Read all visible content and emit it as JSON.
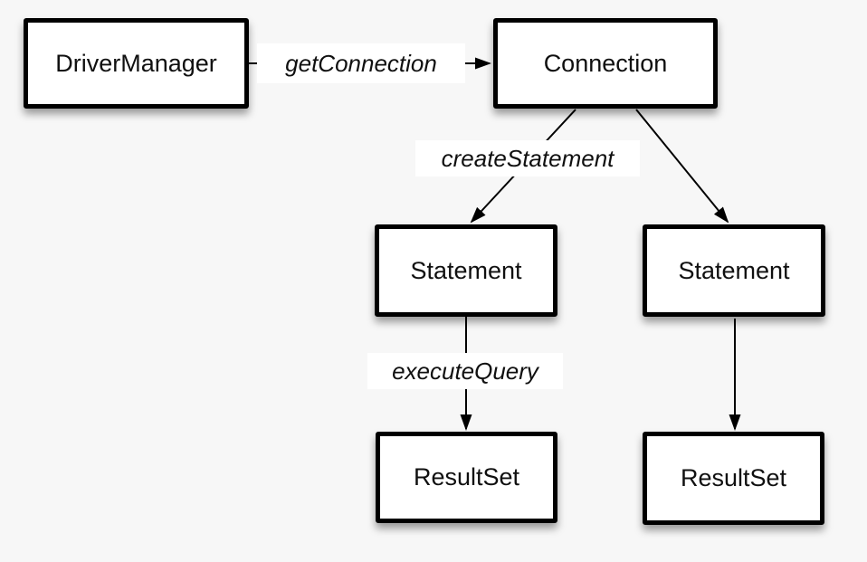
{
  "diagram": {
    "background_color": "#f7f7f7",
    "box_fill": "#ffffff",
    "box_border_color": "#000000",
    "text_color": "#101010",
    "label_background": "#ffffff",
    "nodes": [
      {
        "id": "drivermanager",
        "label": "DriverManager"
      },
      {
        "id": "connection",
        "label": "Connection"
      },
      {
        "id": "statement-left",
        "label": "Statement"
      },
      {
        "id": "statement-right",
        "label": "Statement"
      },
      {
        "id": "resultset-left",
        "label": "ResultSet"
      },
      {
        "id": "resultset-right",
        "label": "ResultSet"
      }
    ],
    "edges": [
      {
        "id": "getconnection",
        "label": "getConnection",
        "from": "DriverManager",
        "to": "Connection"
      },
      {
        "id": "createstatement",
        "label": "createStatement",
        "from": "Connection",
        "to": "Statement (left)"
      },
      {
        "id": "connection-statement-right",
        "label": "",
        "from": "Connection",
        "to": "Statement (right)"
      },
      {
        "id": "executequery",
        "label": "executeQuery",
        "from": "Statement (left)",
        "to": "ResultSet (left)"
      },
      {
        "id": "statement-resultset-right",
        "label": "",
        "from": "Statement (right)",
        "to": "ResultSet (right)"
      }
    ]
  }
}
